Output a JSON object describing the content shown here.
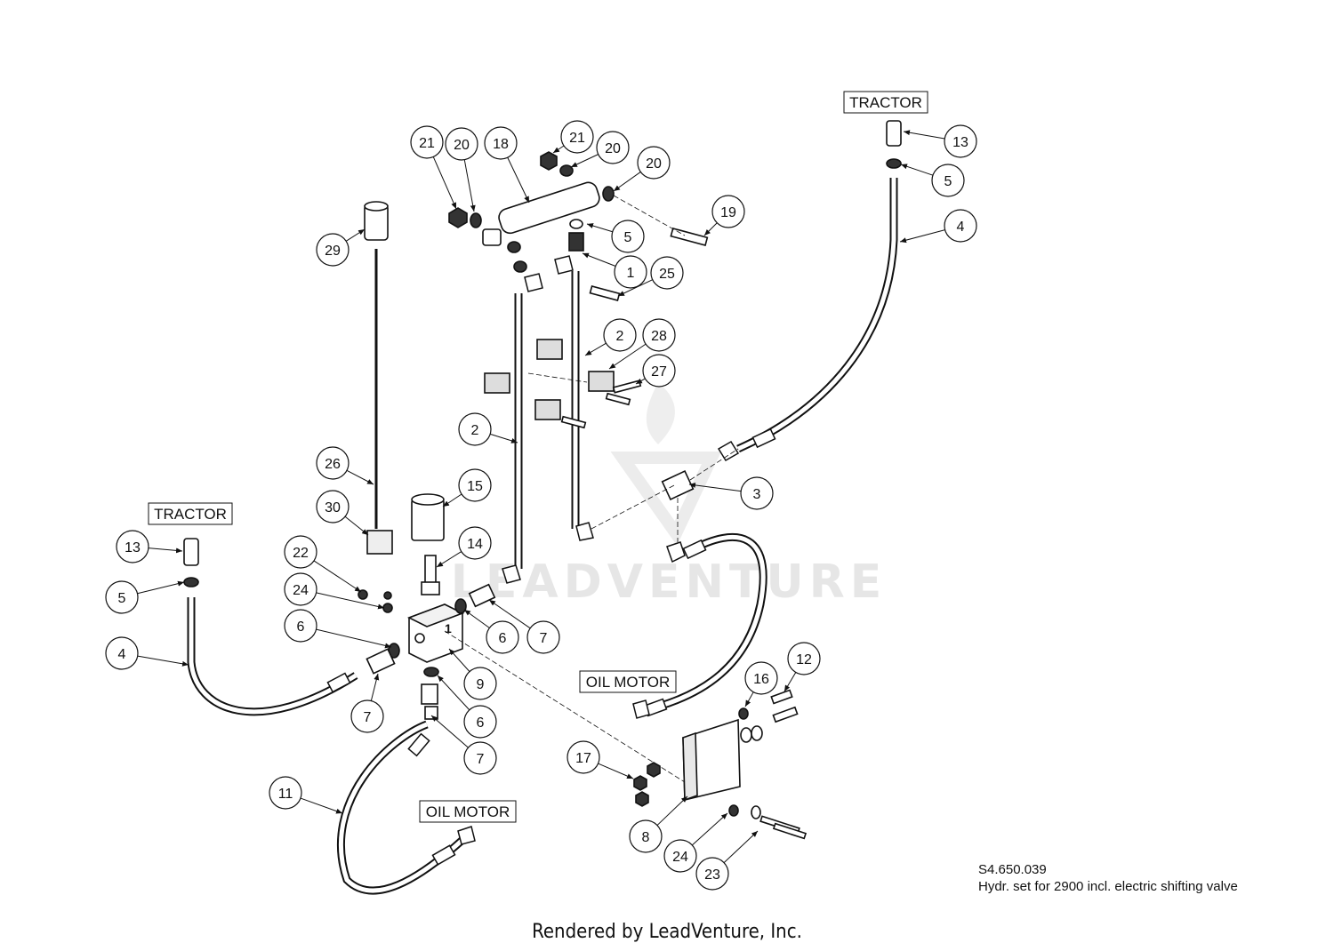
{
  "diagram": {
    "drawing_number": "S4.650.039",
    "description": "Hydr. set for 2900 incl. electric shifting valve",
    "watermark": "LEADVENTURE",
    "footer": "Rendered by LeadVenture, Inc.",
    "labels": {
      "tractor_top": "TRACTOR",
      "tractor_left": "TRACTOR",
      "oil_motor_right": "OIL MOTOR",
      "oil_motor_bottom": "OIL MOTOR"
    },
    "callouts": [
      "21",
      "20",
      "18",
      "21",
      "20",
      "20",
      "19",
      "5",
      "1",
      "25",
      "29",
      "2",
      "28",
      "27",
      "2",
      "26",
      "15",
      "30",
      "3",
      "14",
      "22",
      "24",
      "6",
      "7",
      "6",
      "9",
      "6",
      "7",
      "7",
      "4",
      "5",
      "13",
      "5",
      "4",
      "13",
      "16",
      "12",
      "17",
      "8",
      "24",
      "23",
      "11"
    ]
  }
}
